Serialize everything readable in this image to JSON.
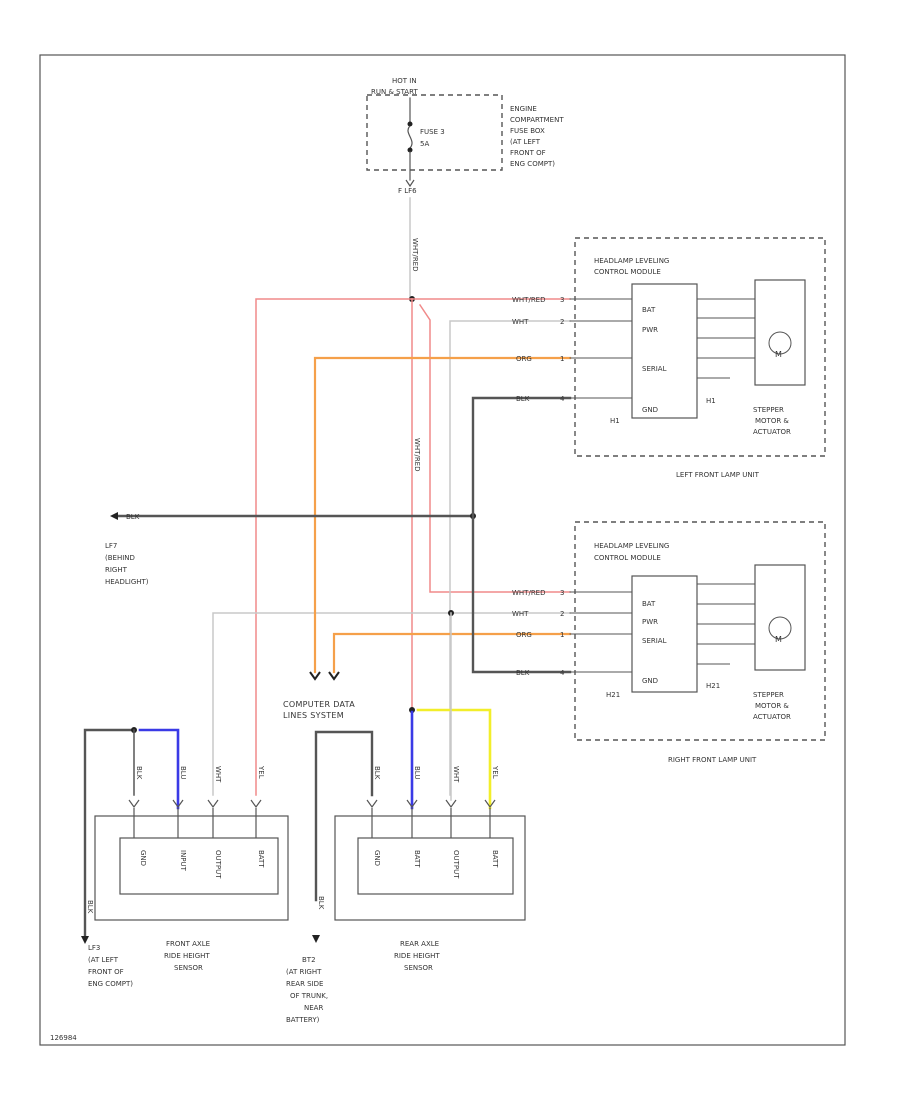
{
  "fuse_box": {
    "hot_label": [
      "HOT IN",
      "RUN & START"
    ],
    "fuse_label": [
      "FUSE 3",
      "5A"
    ],
    "location": [
      "ENGINE",
      "COMPARTMENT",
      "FUSE BOX",
      "(AT LEFT",
      "FRONT OF",
      "ENG COMPT)"
    ],
    "connector": "F  LF6",
    "wire_down": "WHT/RED"
  },
  "left_lamp": {
    "module_title": [
      "HEADLAMP LEVELING",
      "CONTROL MODULE"
    ],
    "pins": [
      "BAT",
      "PWR",
      "SERIAL",
      "GND"
    ],
    "wires": [
      "WHT/RED",
      "WHT",
      "ORG",
      "BLK"
    ],
    "pin_numbers": [
      "3",
      "2",
      "1",
      "4"
    ],
    "motor_symbol": "M",
    "motor_label": [
      "STEPPER",
      "MOTOR &",
      "ACTUATOR"
    ],
    "unit_label": "LEFT FRONT LAMP UNIT",
    "conn_id": "H1"
  },
  "right_lamp": {
    "module_title": [
      "HEADLAMP LEVELING",
      "CONTROL MODULE"
    ],
    "pins": [
      "BAT",
      "PWR",
      "SERIAL",
      "GND"
    ],
    "wires": [
      "WHT/RED",
      "WHT",
      "ORG",
      "BLK"
    ],
    "pin_numbers": [
      "3",
      "2",
      "1",
      "4"
    ],
    "motor_symbol": "M",
    "motor_label": [
      "STEPPER",
      "MOTOR &",
      "ACTUATOR"
    ],
    "unit_label": "RIGHT FRONT LAMP UNIT",
    "conn_id": "H21"
  },
  "ground_l": {
    "wire": "BLK",
    "label": [
      "LF7",
      "(BEHIND",
      "RIGHT",
      "HEADLIGHT)"
    ]
  },
  "vertical_wire": "WHT/RED",
  "data_lines": [
    "COMPUTER DATA",
    "LINES SYSTEM"
  ],
  "front_sensor": {
    "wires": [
      "BLK",
      "BLU",
      "WHT",
      "YEL"
    ],
    "pins": [
      "GND",
      "INPUT",
      "OUTPUT",
      "BATT"
    ],
    "label": [
      "FRONT AXLE",
      "RIDE HEIGHT",
      "SENSOR"
    ],
    "ground_wire": "BLK",
    "ground_label": [
      "LF3",
      "(AT LEFT",
      "FRONT OF",
      "ENG COMPT)"
    ]
  },
  "rear_sensor": {
    "wires": [
      "BLK",
      "BLU",
      "WHT",
      "YEL"
    ],
    "pins": [
      "GND",
      "BATT",
      "OUTPUT",
      "BATT"
    ],
    "label": [
      "REAR AXLE",
      "RIDE HEIGHT",
      "SENSOR"
    ],
    "ground_wire": "BLK",
    "ground_label": [
      "BT2",
      "(AT RIGHT",
      "REAR SIDE",
      "OF TRUNK,",
      "NEAR",
      "BATTERY)"
    ]
  },
  "footer_code": "126984",
  "colors": {
    "wht_red": "#f08a8a",
    "wht": "#c8c8c8",
    "org": "#f5a04a",
    "blk": "#555555",
    "blu": "#3a3ae6",
    "yel": "#f2ee2a"
  }
}
